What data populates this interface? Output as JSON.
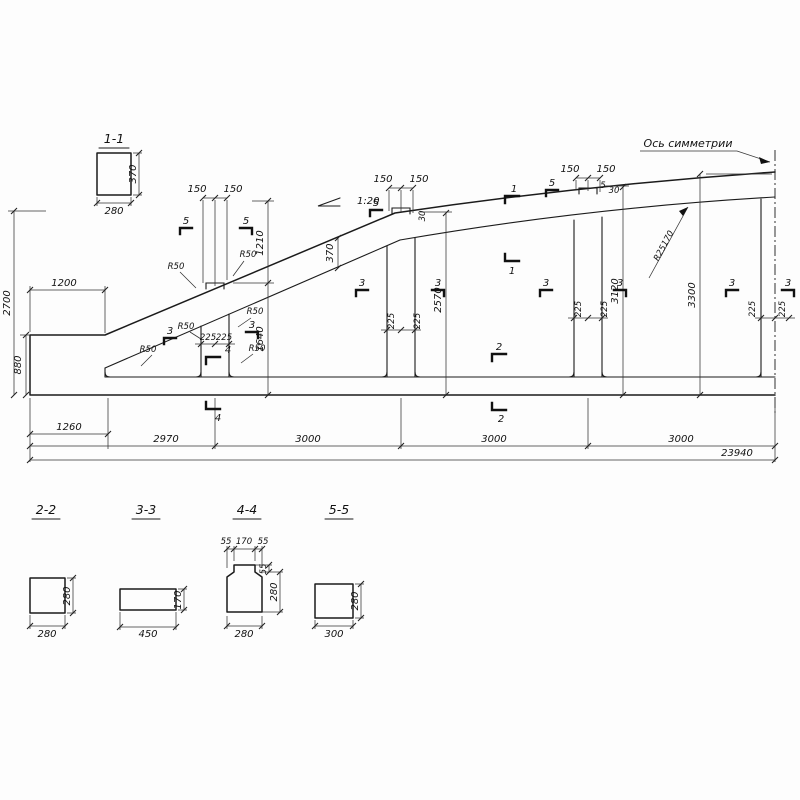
{
  "drawing": {
    "axis_label": "Ось симметрии",
    "slope_label": "1:20",
    "radius_small": "R50",
    "radius_large": "R25170",
    "dim_150": "150",
    "dim_5": "5",
    "dim_30": "30",
    "dim_225": "225",
    "dim_370": "370",
    "dim_1210": "1210",
    "dim_1640": "1640",
    "dim_2570": "2570",
    "dim_3120": "3120",
    "dim_3300": "3300",
    "dim_2700": "2700",
    "dim_880": "880",
    "dim_1200": "1200",
    "bottom_dims": [
      "1260",
      "2970",
      "3000",
      "3000",
      "3000"
    ],
    "total_length": "23940",
    "cut_1": "1",
    "cut_2": "2",
    "cut_3": "3",
    "cut_4": "4",
    "cut_5": "5"
  },
  "sections": {
    "s11": {
      "label": "1-1",
      "width": "280",
      "height": "370"
    },
    "s22": {
      "label": "2-2",
      "width": "280",
      "height": "280"
    },
    "s33": {
      "label": "3-3",
      "width": "450",
      "height": "170"
    },
    "s44": {
      "label": "4-4",
      "width": "280",
      "height": "280",
      "top_left": "55",
      "top_mid": "170",
      "top_right": "55",
      "stem_height": "55"
    },
    "s55": {
      "label": "5-5",
      "width": "300",
      "height": "280"
    }
  }
}
